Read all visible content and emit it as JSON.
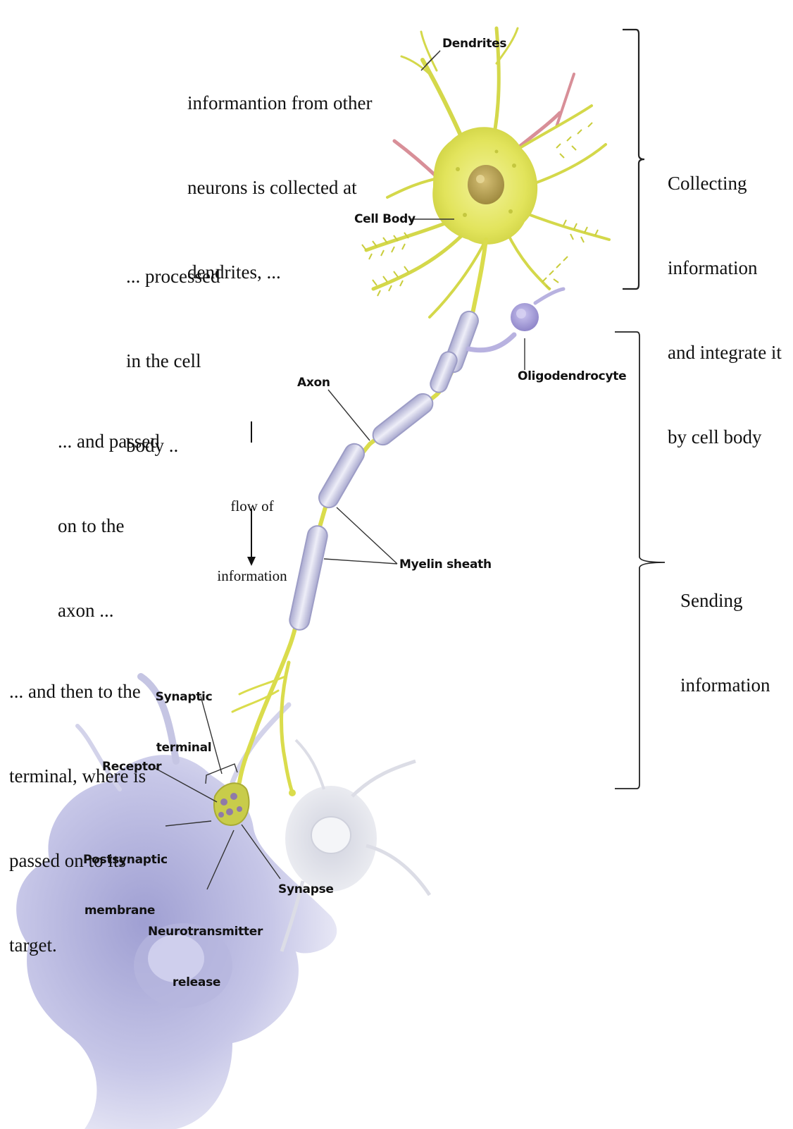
{
  "annotations": {
    "dendrites_note": [
      "informantion from other",
      "neurons is collected at",
      "dendrites, ..."
    ],
    "processed_note": [
      "... processed",
      "in the cell",
      "body .."
    ],
    "axon_note": [
      "... and passed",
      "on to the",
      "axon ..."
    ],
    "terminal_note": [
      "... and then to the",
      "terminal, where is",
      "passed on to its",
      "target."
    ],
    "flow_label": [
      "flow of",
      "information"
    ],
    "collecting": [
      "Collecting",
      "information",
      "and integrate it",
      "by cell body"
    ],
    "sending": [
      "Sending",
      "information"
    ]
  },
  "labels": {
    "dendrites": "Dendrites",
    "cell_body": "Cell Body",
    "oligodendrocyte": "Oligodendrocyte",
    "axon": "Axon",
    "myelin_sheath": "Myelin sheath",
    "synaptic_terminal": [
      "Synaptic",
      "terminal"
    ],
    "receptor": "Receptor",
    "postsynaptic_membrane": [
      "Postsynaptic",
      "membrane"
    ],
    "neurotransmitter_release": [
      "Neurotransmitter",
      "release"
    ],
    "synapse": "Synapse"
  },
  "colors": {
    "neuron_yellow": "#e6e86a",
    "dendrite_yellow": "#d8dc4a",
    "myelin_lavender": "#c7c7e6",
    "oligodendrocyte_purple": "#a9a2dc",
    "postsynaptic_blue": "#b9b9df",
    "ghost_cell_gray": "#e3e4ec",
    "red_dendrite": "#d88f98"
  }
}
